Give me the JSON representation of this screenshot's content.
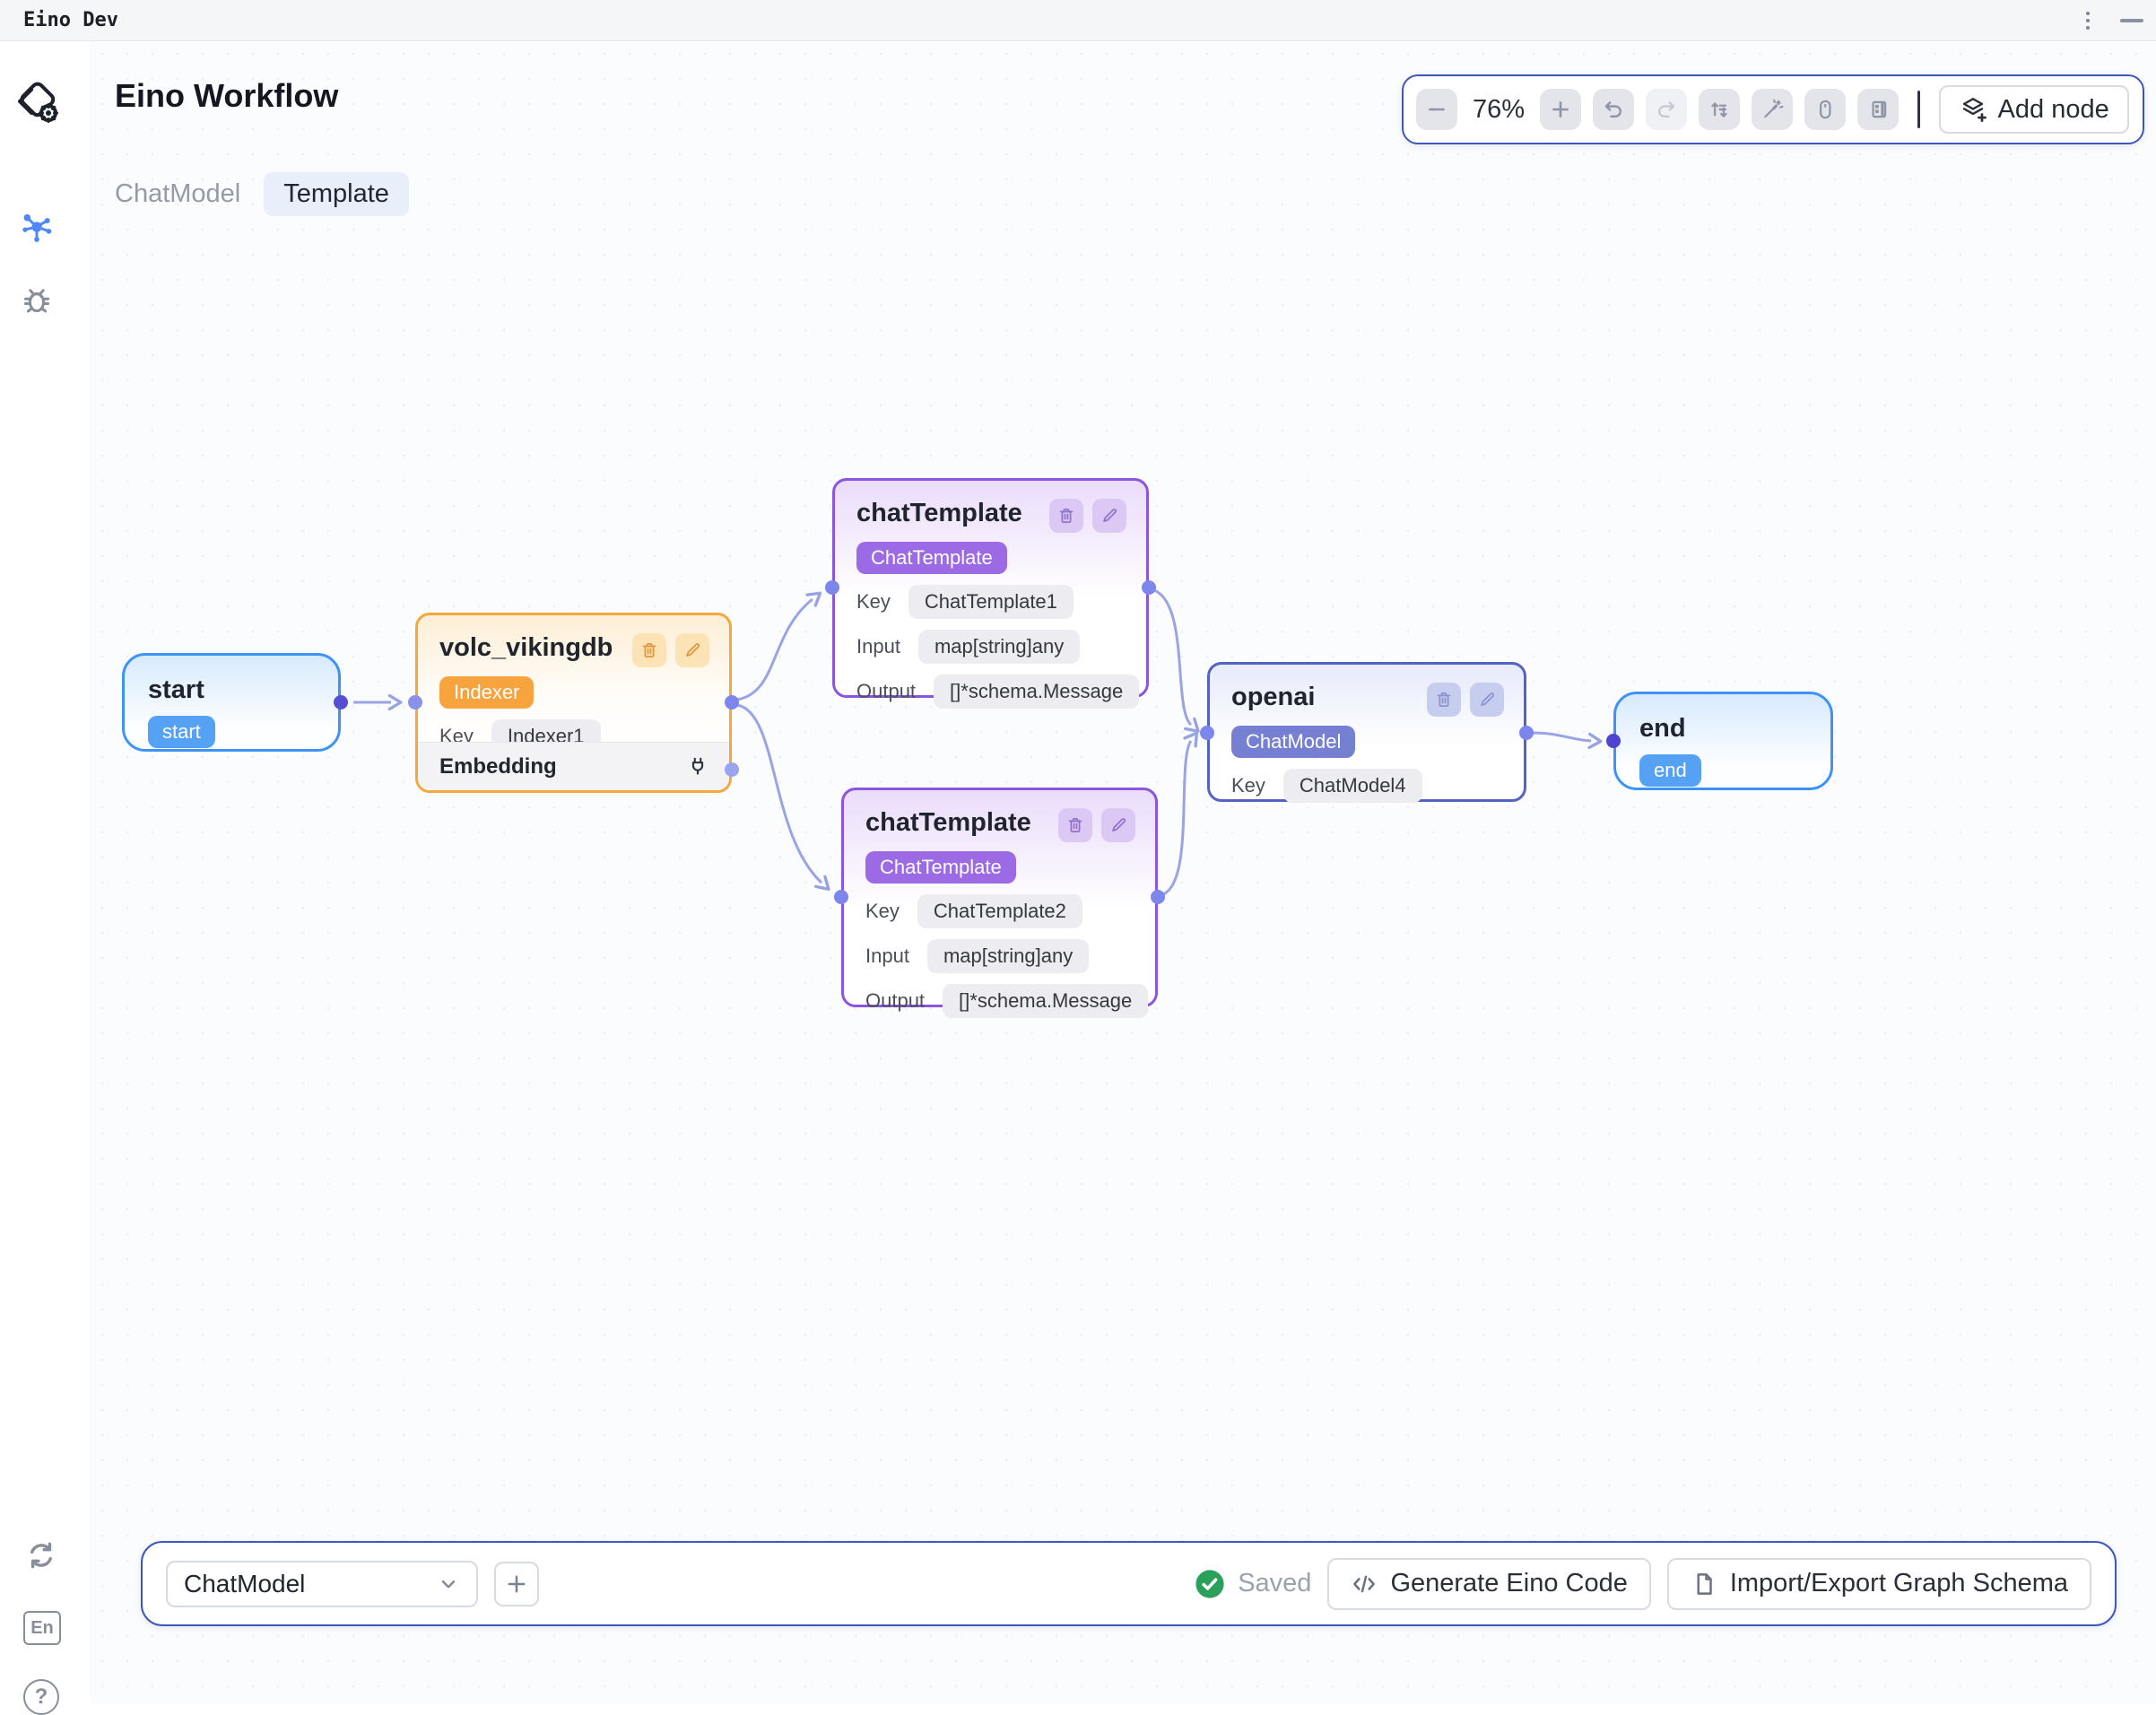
{
  "window": {
    "title": "Eino Dev"
  },
  "header": {
    "title": "Eino Workflow"
  },
  "tabs": {
    "chatmodel": "ChatModel",
    "template": "Template"
  },
  "toolbar": {
    "zoom_level": "76%",
    "add_node": "Add node"
  },
  "sidebar": {
    "language_label": "En",
    "help_glyph": "?"
  },
  "canvas": {
    "nodes": {
      "start": {
        "title": "start",
        "badge": "start"
      },
      "volc": {
        "title": "volc_vikingdb",
        "badge": "Indexer",
        "key_label": "Key",
        "key": "Indexer1",
        "section": "Embedding"
      },
      "ct1": {
        "title": "chatTemplate",
        "badge": "ChatTemplate",
        "key_label": "Key",
        "key": "ChatTemplate1",
        "input_label": "Input",
        "input": "map[string]any",
        "output_label": "Output",
        "output": "[]*schema.Message"
      },
      "ct2": {
        "title": "chatTemplate",
        "badge": "ChatTemplate",
        "key_label": "Key",
        "key": "ChatTemplate2",
        "input_label": "Input",
        "input": "map[string]any",
        "output_label": "Output",
        "output": "[]*schema.Message"
      },
      "openai": {
        "title": "openai",
        "badge": "ChatModel",
        "key_label": "Key",
        "key": "ChatModel4"
      },
      "end": {
        "title": "end",
        "badge": "end"
      }
    }
  },
  "bottom_bar": {
    "node_type_selector": "ChatModel",
    "status": "Saved",
    "generate_code": "Generate Eino Code",
    "import_export": "Import/Export Graph Schema"
  },
  "colors": {
    "accent_blue_border": "#3d57c0",
    "node_blue": "#3e93f7",
    "node_orange": "#f6a73d",
    "node_purple": "#8a55e0",
    "node_indigo": "#5562c5",
    "badge_blue": "#55a2f5",
    "badge_orange": "#f8a43e",
    "badge_purple": "#9b6ae4",
    "badge_indigo": "#7580d2",
    "edge": "#9aa4e4",
    "port": "#7d86ea",
    "port_strong": "#584ed4",
    "saved_green": "#2ba05a"
  }
}
